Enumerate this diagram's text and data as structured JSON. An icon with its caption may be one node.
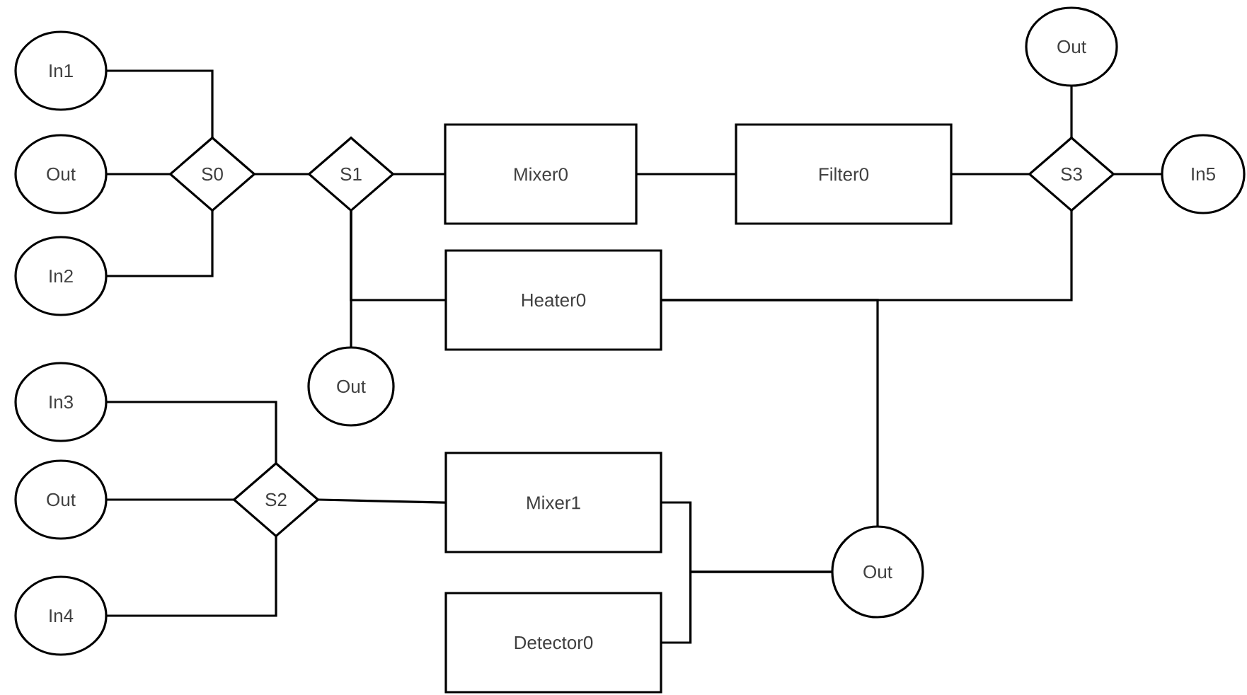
{
  "diagram": {
    "nodes": [
      {
        "text": [
          "In1"
        ]
      },
      {
        "text": [
          "Out"
        ]
      },
      {
        "text": [
          "In2"
        ]
      },
      {
        "text": [
          "S0"
        ]
      },
      {
        "text": [
          "S1"
        ]
      },
      {
        "text": [
          "Mixer0"
        ]
      },
      {
        "text": [
          "Filter0"
        ]
      },
      {
        "text": [
          "Out"
        ]
      },
      {
        "text": [
          "S3"
        ]
      },
      {
        "text": [
          "In5"
        ]
      },
      {
        "text": [
          "Heater0"
        ]
      },
      {
        "text": [
          "Out"
        ]
      },
      {
        "text": [
          "In3"
        ]
      },
      {
        "text": [
          "Out"
        ]
      },
      {
        "text": [
          "In4"
        ]
      },
      {
        "text": [
          "S2"
        ]
      },
      {
        "text": [
          "Mixer1"
        ]
      },
      {
        "text": [
          "Detector0"
        ]
      },
      {
        "text": [
          "Out"
        ]
      }
    ],
    "edges": [
      {
        "from": 0,
        "to": 3,
        "arrow": "none"
      },
      {
        "from": 1,
        "to": 3,
        "arrow": "none"
      },
      {
        "from": 2,
        "to": 3,
        "arrow": "none"
      },
      {
        "from": 3,
        "to": 4,
        "arrow": "none"
      },
      {
        "from": 4,
        "to": 5,
        "arrow": "none"
      },
      {
        "from": 5,
        "to": 6,
        "arrow": "none"
      },
      {
        "from": 6,
        "to": 8,
        "arrow": "none"
      },
      {
        "from": 7,
        "to": 8,
        "arrow": "none"
      },
      {
        "from": 8,
        "to": 9,
        "arrow": "none"
      },
      {
        "from": 4,
        "to": 11,
        "arrow": "none"
      },
      {
        "from": 10,
        "to": 4,
        "arrow": "none"
      },
      {
        "from": 10,
        "to": 8,
        "arrow": "none"
      },
      {
        "from": 10,
        "to": 18,
        "arrow": "none"
      },
      {
        "from": 12,
        "to": 15,
        "arrow": "none"
      },
      {
        "from": 13,
        "to": 15,
        "arrow": "none"
      },
      {
        "from": 14,
        "to": 15,
        "arrow": "none"
      },
      {
        "from": 15,
        "to": 16,
        "arrow": "none"
      },
      {
        "from": 16,
        "to": 18,
        "arrow": "none"
      },
      {
        "from": 17,
        "to": 18,
        "arrow": "none"
      }
    ]
  }
}
